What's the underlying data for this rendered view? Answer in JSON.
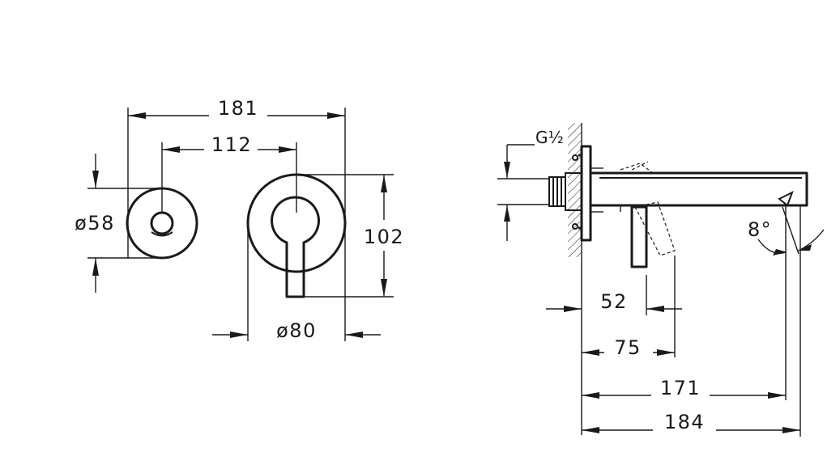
{
  "front_view": {
    "dim_total_width": "181",
    "dim_center_distance": "112",
    "dim_small_diameter": "ø58",
    "dim_height": "102",
    "dim_large_diameter": "ø80"
  },
  "side_view": {
    "thread_label": "G½",
    "dim_lever_offset": "52",
    "dim_lever_reach": "75",
    "dim_outlet_reach": "171",
    "dim_total_reach": "184",
    "angle_label": "8°"
  }
}
